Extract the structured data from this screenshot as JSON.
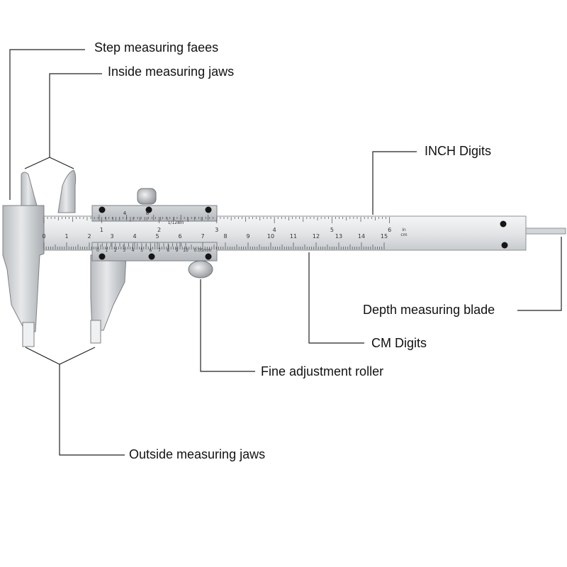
{
  "callouts": {
    "step_faces": "Step measuring faees",
    "inside_jaws": "Inside measuring jaws",
    "inch_digits": "INCH Digits",
    "depth_blade": "Depth measuring blade",
    "cm_digits": "CM Digits",
    "fine_roller": "Fine adjustment roller",
    "outside_jaws": "Outside measuring jaws"
  },
  "main_scale": {
    "cm_numbers": [
      "0",
      "1",
      "2",
      "3",
      "4",
      "5",
      "6",
      "7",
      "8",
      "9",
      "10",
      "11",
      "12",
      "13",
      "14",
      "15"
    ],
    "inch_numbers": [
      "1",
      "2",
      "3",
      "4",
      "5",
      "6"
    ],
    "unit_label_top": "in",
    "unit_label_bottom": "cm"
  },
  "vernier": {
    "inch_numbers": [
      "4",
      "8"
    ],
    "inch_label": "1/128in",
    "metric_numbers": [
      "0",
      "1",
      "2",
      "3",
      "4",
      "5",
      "6",
      "7",
      "8",
      "9",
      "10"
    ],
    "metric_label": "0.05mm"
  },
  "colors": {
    "steel_light": "#e4e6e8",
    "steel_mid": "#c9ccd0",
    "steel_dark": "#8e9296",
    "screw": "#151515",
    "leader_line": "#222222"
  }
}
